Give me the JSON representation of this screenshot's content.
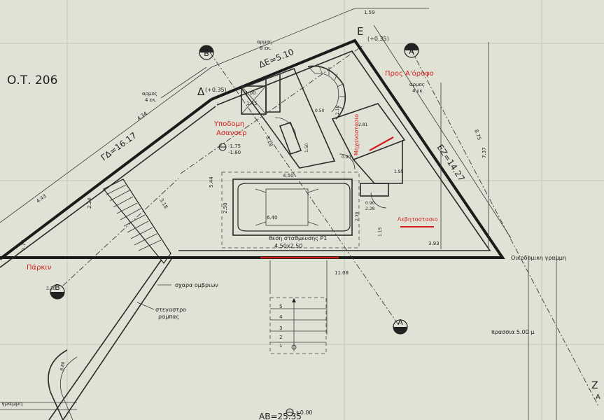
{
  "block": {
    "label": "Ο.Τ.  206"
  },
  "points": {
    "E": "Ε",
    "E_level": "(+0.35)",
    "Delta": "Δ",
    "Delta_level": "(+0.35)",
    "Z": "Ζ",
    "A": "Α"
  },
  "sides": {
    "DE": "ΔΕ=5.10",
    "GD": "ΓΔ=16.17",
    "EZ": "ΕΖ=14.27",
    "AB": "ΑΒ=25.35"
  },
  "joints": {
    "top": [
      "αρμος",
      "8 εκ."
    ],
    "left": [
      "αρμος",
      "4 εκ."
    ],
    "right": [
      "αρμος",
      "4 εκ."
    ]
  },
  "section_marks": [
    "Β",
    "Β",
    "Α",
    "Α"
  ],
  "rooms": {
    "elevator": [
      "Υποδομη",
      "Ασανσερ"
    ],
    "to_upper": "Προς Α'όροφο",
    "machine_room": "Μηχανοστασιο",
    "boiler_room": "Λεβητοστασιο",
    "parking_label": "Πάρκιν"
  },
  "parking_space": {
    "label": "θεση σταθμευσης  P1",
    "size": "4.50x2.50"
  },
  "annotations": {
    "drain": "σχαρα ομβριων",
    "ramp_canopy": [
      "στεγαστρο",
      "ραμπας"
    ],
    "building_line": "Οικοδομικη γραμμη",
    "sidewalk": "πρασσια 5.00 μ",
    "street_line": "γραμμη",
    "level_ramp": [
      "-1.75",
      "-1.80"
    ],
    "level_bottom": "±0.00",
    "stairs_steps": [
      "5",
      "4",
      "3",
      "2",
      "1"
    ]
  },
  "dimensions": {
    "top_width": "1.59",
    "d_4_34": "4.34",
    "d_4_43": "4.43",
    "d_5_44": "5.44",
    "d_4_50": "4.50",
    "d_2_50": "2.50",
    "d_6_40": "6.40",
    "d_2_24": "2.24",
    "d_1_77": "1.77",
    "d_3_18a": "3.18",
    "d_3_18b": "3.18",
    "d_3_93": "3.93",
    "d_11_08": "11.08",
    "d_7_37": "7.37",
    "d_8_75": "8.75",
    "d_1_00": "1.00",
    "d_1_45": "1.45",
    "d_0_90a": "0.90",
    "d_0_90b": "0.90",
    "d_2_28": "2.28",
    "d_2_30": "2.30",
    "d_1_15": "1.15",
    "d_1_95": "1.95",
    "d_2_81": "2.81",
    "d_2_10": "2.10",
    "d_0_50": "0.50",
    "d_3_30": "3.30",
    "d_8_80": "8.80",
    "d_1_50": "1.50"
  },
  "colors": {
    "paper": "#dfe2d4",
    "ink": "#1b1b1b",
    "red": "#d21e1e"
  }
}
